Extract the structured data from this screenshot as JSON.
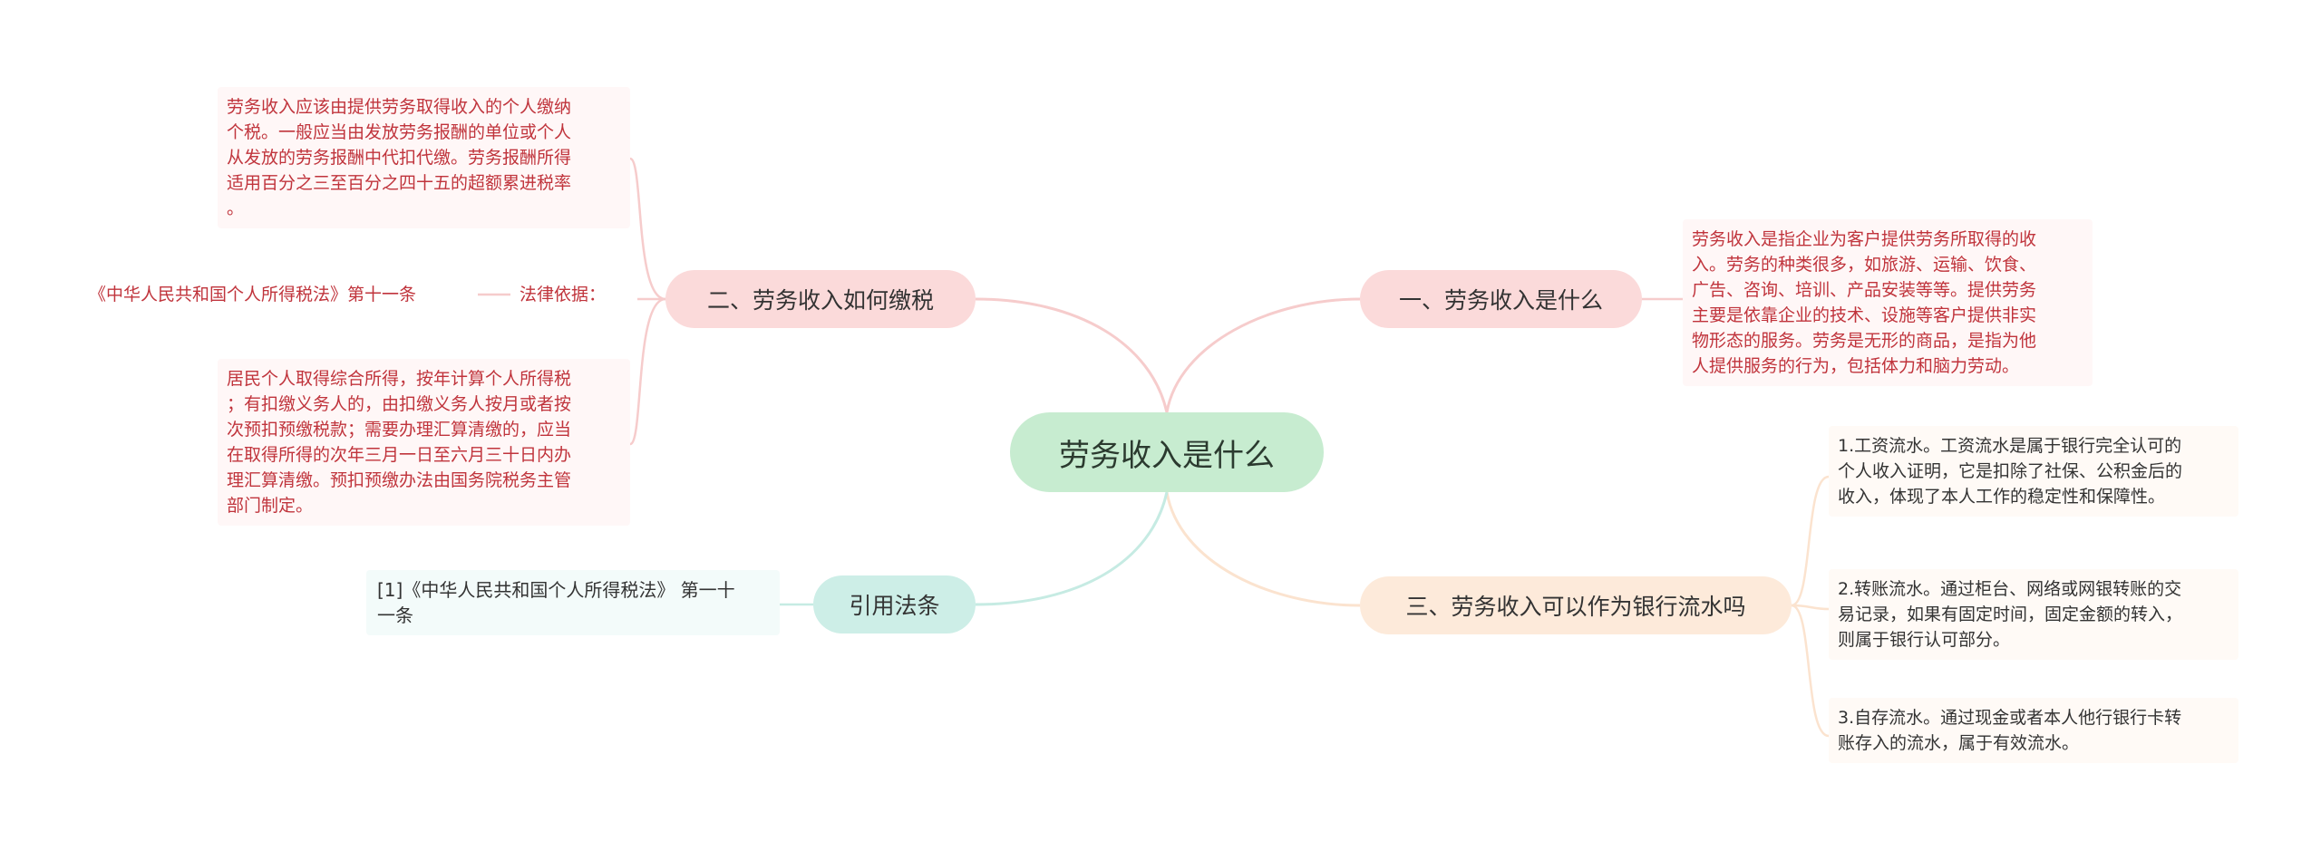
{
  "root": {
    "label": "劳务收入是什么"
  },
  "branches": {
    "what": {
      "label": "一、劳务收入是什么",
      "detail": "劳务收入是指企业为客户提供劳务所取得的收\n入。劳务的种类很多，如旅游、运输、饮食、\n广告、咨询、培训、产品安装等等。提供劳务\n主要是依靠企业的技术、设施等客户提供非实\n物形态的服务。劳务是无形的商品，是指为他\n人提供服务的行为，包括体力和脑力劳动。"
    },
    "tax": {
      "label": "二、劳务收入如何缴税",
      "detail1": "劳务收入应该由提供劳务取得收入的个人缴纳\n个税。一般应当由发放劳务报酬的单位或个人\n从发放的劳务报酬中代扣代缴。劳务报酬所得\n适用百分之三至百分之四十五的超额累进税率\n。",
      "basis_label": "法律依据：",
      "basis_source": "《中华人民共和国个人所得税法》第十一条",
      "detail2": "居民个人取得综合所得，按年计算个人所得税\n；有扣缴义务人的，由扣缴义务人按月或者按\n次预扣预缴税款；需要办理汇算清缴的，应当\n在取得所得的次年三月一日至六月三十日内办\n理汇算清缴。预扣预缴办法由国务院税务主管\n部门制定。"
    },
    "bank": {
      "label": "三、劳务收入可以作为银行流水吗",
      "item1": "1.工资流水。工资流水是属于银行完全认可的\n个人收入证明，它是扣除了社保、公积金后的\n收入，体现了本人工作的稳定性和保障性。",
      "item2": "2.转账流水。通过柜台、网络或网银转账的交\n易记录，如果有固定时间，固定金额的转入，\n则属于银行认可部分。",
      "item3": "3.自存流水。通过现金或者本人他行银行卡转\n账存入的流水，属于有效流水。"
    },
    "cite": {
      "label": "引用法条",
      "detail": "[1]《中华人民共和国个人所得税法》 第一十\n一条"
    }
  },
  "colors": {
    "root_fill": "#c7ecd0",
    "pink_fill": "#fbdada",
    "peach_fill": "#fdeada",
    "mint_fill": "#cdeee7",
    "detail_text_red": "#c0343c"
  }
}
